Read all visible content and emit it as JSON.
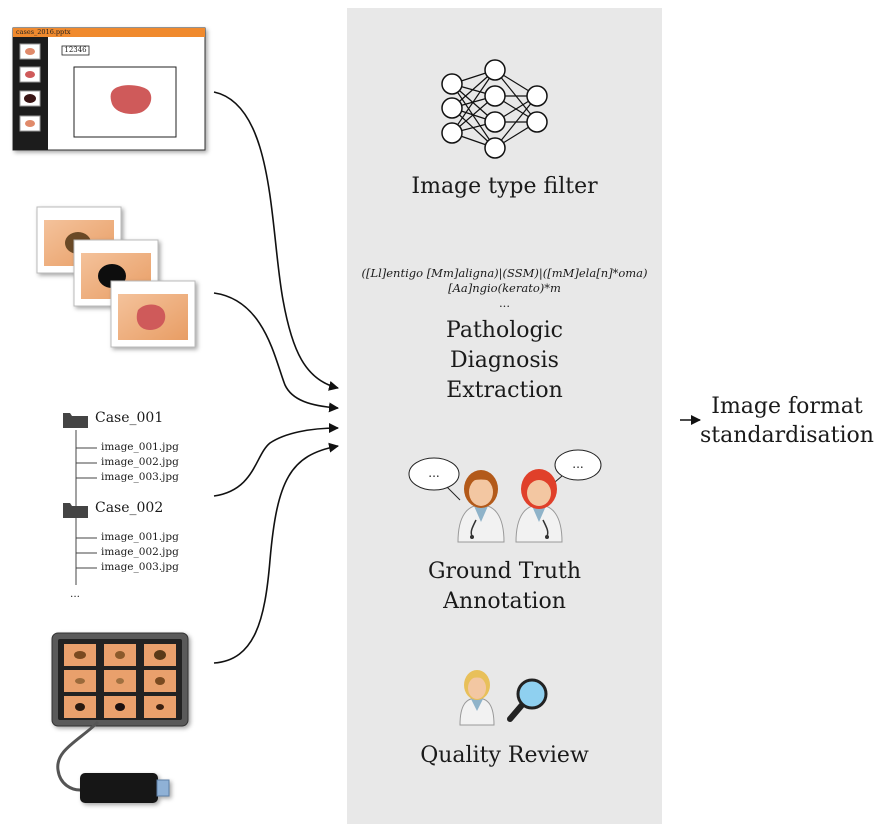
{
  "pptx": {
    "window_title": "cases_2016.pptx",
    "slide_number": "12346"
  },
  "folders": {
    "case1": {
      "name": "Case_001",
      "files": [
        "image_001.jpg",
        "image_002.jpg",
        "image_003.jpg"
      ]
    },
    "case2": {
      "name": "Case_002",
      "files": [
        "image_001.jpg",
        "image_002.jpg",
        "image_003.jpg"
      ]
    },
    "more": "..."
  },
  "pipeline": {
    "image_filter": "Image type filter",
    "regex_line1": "([Ll]entigo [Mm]aligna)|(SSM)|([mM]ela[n]*oma)",
    "regex_line2": "[Aa]ngio(kerato)*m",
    "regex_more": "...",
    "diagnosis_1": "Pathologic",
    "diagnosis_2": "Diagnosis",
    "diagnosis_3": "Extraction",
    "bubble_left": "...",
    "bubble_right": "...",
    "annotation_1": "Ground Truth",
    "annotation_2": "Annotation",
    "quality": "Quality Review"
  },
  "output": {
    "line1": "Image format",
    "line2": "standardisation"
  },
  "colors": {
    "panel": "#e8e8e8",
    "pptx_bar": "#f08a2e",
    "lesion_red": "#cf5a5a",
    "skin": "#eaa873"
  }
}
